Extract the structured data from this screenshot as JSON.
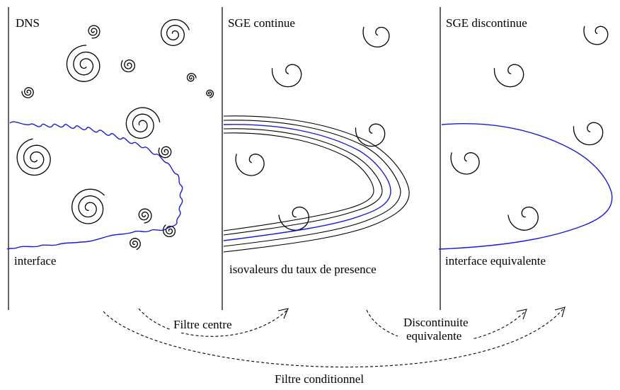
{
  "panels": {
    "dns": {
      "title": "DNS",
      "caption": "interface"
    },
    "sge_continue": {
      "title": "SGE continue",
      "caption": "isovaleurs du taux de presence"
    },
    "sge_discontinue": {
      "title": "SGE discontinue",
      "caption": "interface  equivalente"
    }
  },
  "arrows": {
    "filtre_centre": "Filtre centre",
    "discontinuite": [
      "Discontinuite",
      "equivalente"
    ],
    "filtre_conditionnel": "Filtre conditionnel"
  },
  "colors": {
    "interface": "#1a1ad8",
    "lines": "#000000"
  }
}
